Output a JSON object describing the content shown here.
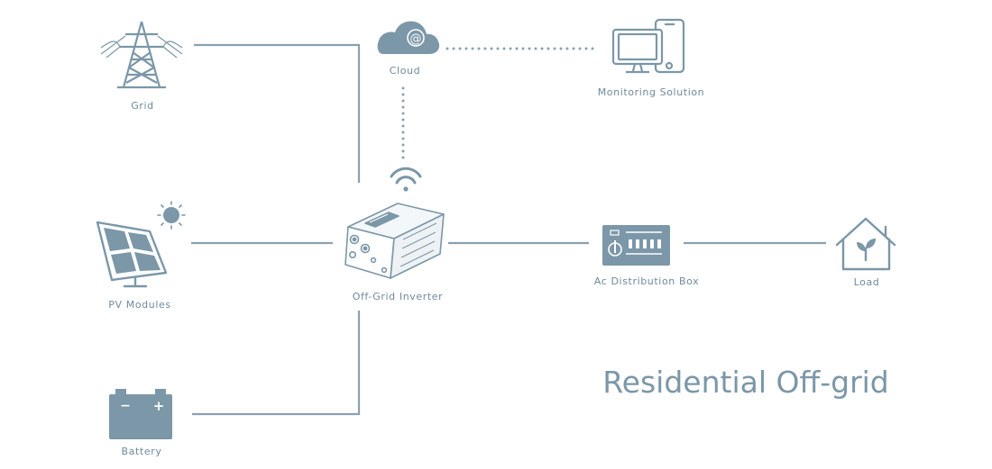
{
  "diagram": {
    "title": "Residential Off-grid",
    "nodes": {
      "grid": {
        "label": "Grid",
        "icon": "power-tower-icon"
      },
      "cloud": {
        "label": "Cloud",
        "icon": "cloud-icon",
        "glyph": "@"
      },
      "monitoring": {
        "label": "Monitoring Solution",
        "icon": "computer-monitor-icon"
      },
      "pv": {
        "label": "PV Modules",
        "icon": "solar-panel-icon"
      },
      "inverter": {
        "label": "Off-Grid Inverter",
        "icon": "inverter-icon"
      },
      "ac_box": {
        "label": "Ac Distribution Box",
        "icon": "distribution-box-icon"
      },
      "load": {
        "label": "Load",
        "icon": "house-plant-icon"
      },
      "battery": {
        "label": "Battery",
        "icon": "battery-icon",
        "glyphs": [
          "−",
          "+"
        ]
      }
    },
    "colors": {
      "icon": "#7b97a8",
      "line": "#8aa1af",
      "label": "#6f8a9c",
      "background": "#ffffff"
    }
  }
}
